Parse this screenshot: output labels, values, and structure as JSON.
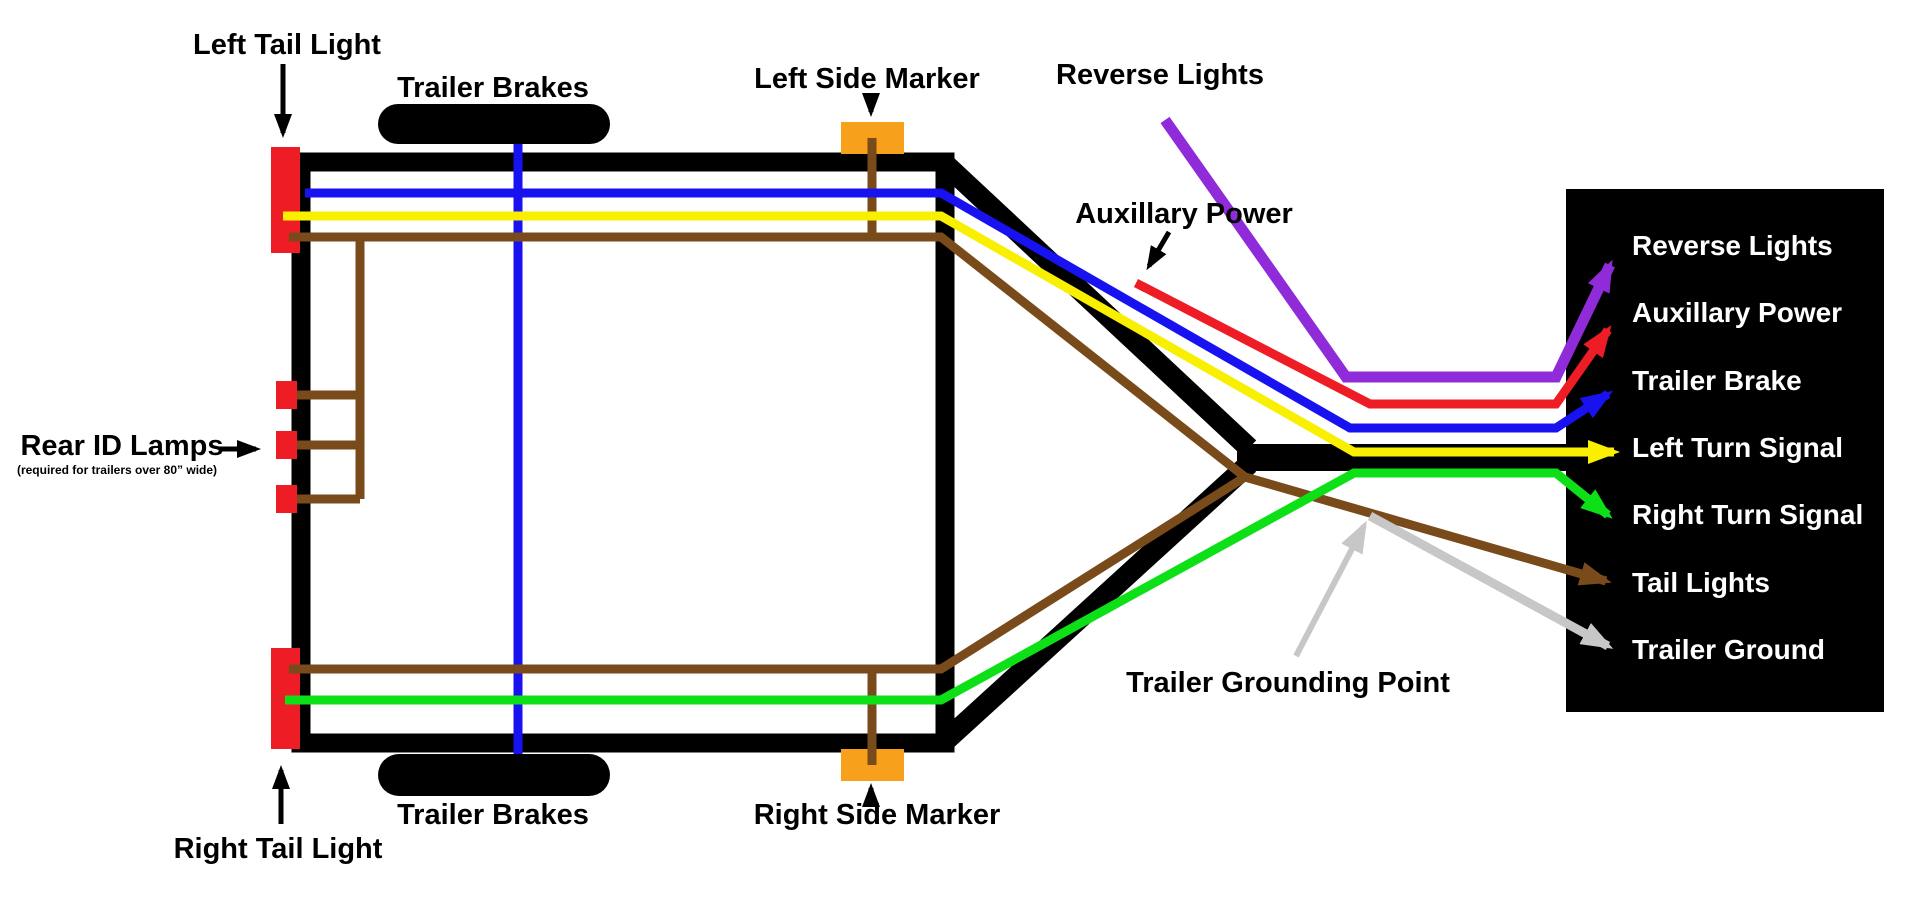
{
  "diagram": {
    "labels": {
      "left_tail_light": "Left Tail Light",
      "trailer_brakes": "Trailer Brakes",
      "left_side_marker": "Left Side Marker",
      "right_side_marker": "Right Side Marker",
      "reverse_lights": "Reverse Lights",
      "auxillary_power": "Auxillary Power",
      "rear_id_lamps": "Rear ID Lamps",
      "rear_id_lamps_note": "(required for trailers over 80” wide)",
      "trailer_grounding_point": "Trailer Grounding Point",
      "right_tail_light": "Right Tail Light"
    },
    "legend": {
      "items": [
        {
          "label": "Reverse Lights",
          "color": "#8f2bd9"
        },
        {
          "label": "Auxillary Power",
          "color": "#ee1c25"
        },
        {
          "label": "Trailer Brake",
          "color": "#1812f1"
        },
        {
          "label": "Left Turn Signal",
          "color": "#f9ef00"
        },
        {
          "label": "Right Turn Signal",
          "color": "#0ee018"
        },
        {
          "label": "Tail Lights",
          "color": "#7a4b1a"
        },
        {
          "label": "Trailer Ground",
          "color": "#c7c7c7"
        }
      ]
    },
    "colors": {
      "frame": "#000000",
      "legend_panel": "#000000",
      "tail_light": "#ee1c25",
      "side_marker": "#f6a01c",
      "reverse_wire": "#8f2bd9",
      "auxiliary_wire": "#ee1c25",
      "brake_wire": "#1812f1",
      "left_turn_wire": "#f9ef00",
      "right_turn_wire": "#0ee018",
      "tail_wire": "#7a4b1a",
      "ground_wire": "#c7c7c7"
    }
  }
}
